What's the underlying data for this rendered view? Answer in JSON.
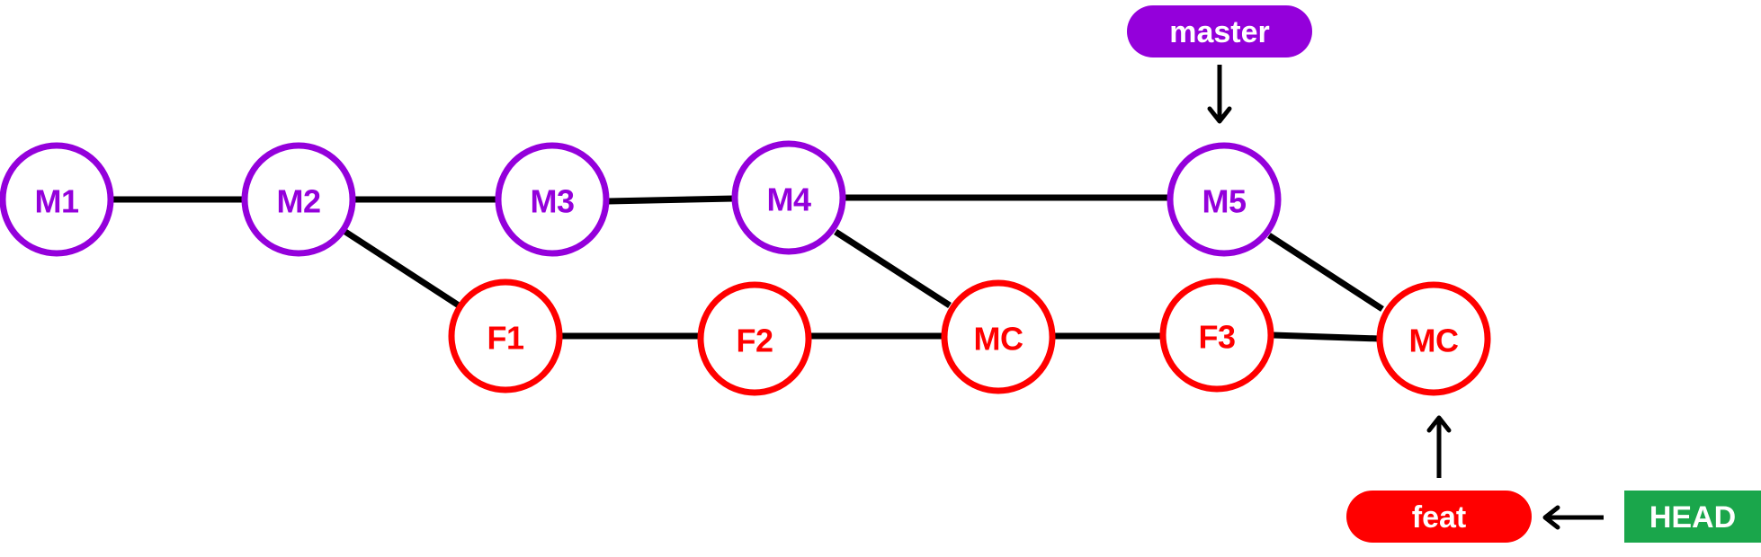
{
  "colors": {
    "master": "#9400DB",
    "feature": "#FF0000",
    "head": "#1AA64B",
    "edge": "#000000",
    "background": "#FFFFFF"
  },
  "commits": {
    "m1": "M1",
    "m2": "M2",
    "m3": "M3",
    "m4": "M4",
    "m5": "M5",
    "f1": "F1",
    "f2": "F2",
    "mc1": "MC",
    "f3": "F3",
    "mc2": "MC"
  },
  "refs": {
    "master": "master",
    "feat": "feat",
    "head": "HEAD"
  }
}
